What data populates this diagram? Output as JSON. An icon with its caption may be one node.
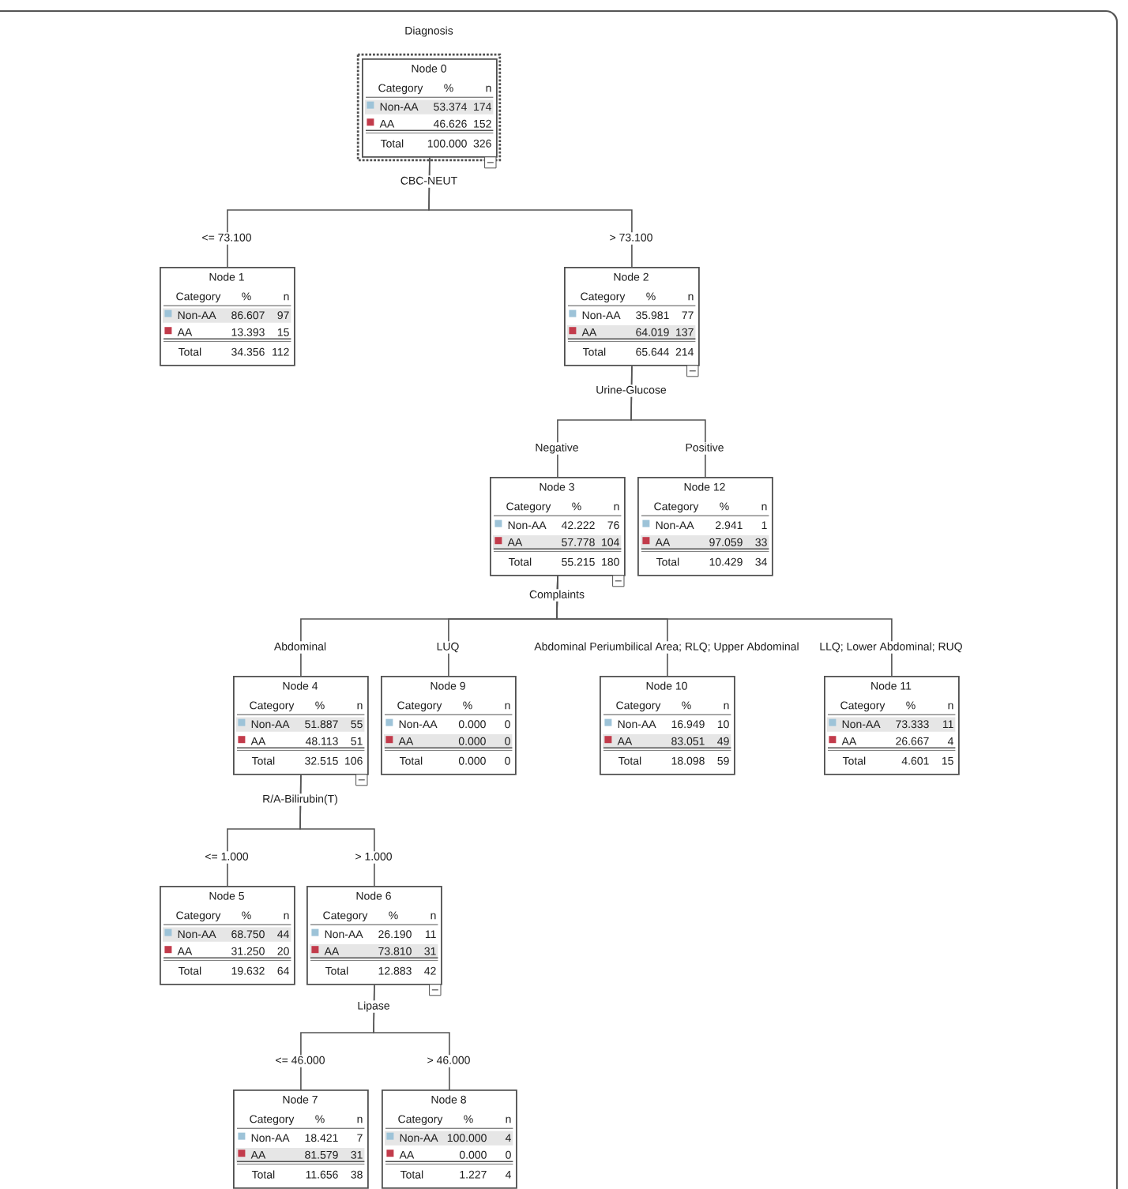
{
  "diagram": {
    "title": "Diagnosis",
    "nodes": [
      {
        "text": [
          "Node 0",
          "Category",
          "%",
          "n",
          "Non-AA",
          "53.374",
          "174",
          "AA",
          "46.626",
          "152",
          "Total",
          "100.000",
          "326"
        ],
        "beside": [
          "CBC-NEUT"
        ]
      },
      {
        "text": [
          "Node 1",
          "Category",
          "%",
          "n",
          "Non-AA",
          "86.607",
          "97",
          "AA",
          "13.393",
          "15",
          "Total",
          "34.356",
          "112"
        ]
      },
      {
        "text": [
          "Node 2",
          "Category",
          "%",
          "n",
          "Non-AA",
          "35.981",
          "77",
          "AA",
          "64.019",
          "137",
          "Total",
          "65.644",
          "214"
        ],
        "beside": [
          "Urine-Glucose"
        ]
      },
      {
        "text": [
          "Node 3",
          "Category",
          "%",
          "n",
          "Non-AA",
          "42.222",
          "76",
          "AA",
          "57.778",
          "104",
          "Total",
          "55.215",
          "180"
        ],
        "beside": [
          "Complaints"
        ]
      },
      {
        "text": [
          "Node 12",
          "Category",
          "%",
          "n",
          "Non-AA",
          "2.941",
          "1",
          "AA",
          "97.059",
          "33",
          "Total",
          "10.429",
          "34"
        ]
      },
      {
        "text": [
          "Node 4",
          "Category",
          "%",
          "n",
          "Non-AA",
          "51.887",
          "55",
          "AA",
          "48.113",
          "51",
          "Total",
          "32.515",
          "106"
        ],
        "beside": [
          "R/A-Bilirubin(T)"
        ]
      },
      {
        "text": [
          "Node 9",
          "Category",
          "%",
          "n",
          "Non-AA",
          "0.000",
          "0",
          "AA",
          "0.000",
          "0",
          "Total",
          "0.000",
          "0"
        ]
      },
      {
        "text": [
          "Node 10",
          "Category",
          "%",
          "n",
          "Non-AA",
          "16.949",
          "10",
          "AA",
          "83.051",
          "49",
          "Total",
          "18.098",
          "59"
        ]
      },
      {
        "text": [
          "Node 11",
          "Category",
          "%",
          "n",
          "Non-AA",
          "73.333",
          "11",
          "AA",
          "26.667",
          "4",
          "Total",
          "4.601",
          "15"
        ]
      },
      {
        "text": [
          "Node 5",
          "Category",
          "%",
          "n",
          "Non-AA",
          "68.750",
          "44",
          "AA",
          "31.250",
          "20",
          "Total",
          "19.632",
          "64"
        ]
      },
      {
        "text": [
          "Node 6",
          "Category",
          "%",
          "n",
          "Non-AA",
          "26.190",
          "11",
          "AA",
          "73.810",
          "31",
          "Total",
          "12.883",
          "42"
        ],
        "beside": [
          "Lipase"
        ]
      },
      {
        "text": [
          "Node 7",
          "Category",
          "%",
          "n",
          "Non-AA",
          "18.421",
          "7",
          "AA",
          "81.579",
          "31",
          "Total",
          "11.656",
          "38"
        ]
      },
      {
        "text": [
          "Node 8",
          "Category",
          "%",
          "n",
          "Non-AA",
          "100.000",
          "4",
          "AA",
          "0.000",
          "0",
          "Total",
          "1.227",
          "4"
        ]
      }
    ],
    "edges": [
      {
        "from": 0,
        "to": 1,
        "arrow": "none",
        "label": "<= 73.100"
      },
      {
        "from": 0,
        "to": 2,
        "arrow": "none",
        "label": "> 73.100"
      },
      {
        "from": 2,
        "to": 3,
        "arrow": "none",
        "label": "Negative"
      },
      {
        "from": 2,
        "to": 4,
        "arrow": "none",
        "label": "Positive"
      },
      {
        "from": 3,
        "to": 5,
        "arrow": "none",
        "label": "Abdominal"
      },
      {
        "from": 3,
        "to": 6,
        "arrow": "none",
        "label": "LUQ"
      },
      {
        "from": 3,
        "to": 7,
        "arrow": "none",
        "label": "Abdominal Periumbilical Area; RLQ; Upper Abdominal"
      },
      {
        "from": 3,
        "to": 8,
        "arrow": "none",
        "label": "LLQ; Lower Abdominal; RUQ"
      },
      {
        "from": 5,
        "to": 9,
        "arrow": "none",
        "label": "<= 1.000"
      },
      {
        "from": 5,
        "to": 10,
        "arrow": "none",
        "label": "> 1.000"
      },
      {
        "from": 10,
        "to": 11,
        "arrow": "none",
        "label": "<= 46.000"
      },
      {
        "from": 10,
        "to": 12,
        "arrow": "none",
        "label": "> 46.000"
      }
    ]
  }
}
